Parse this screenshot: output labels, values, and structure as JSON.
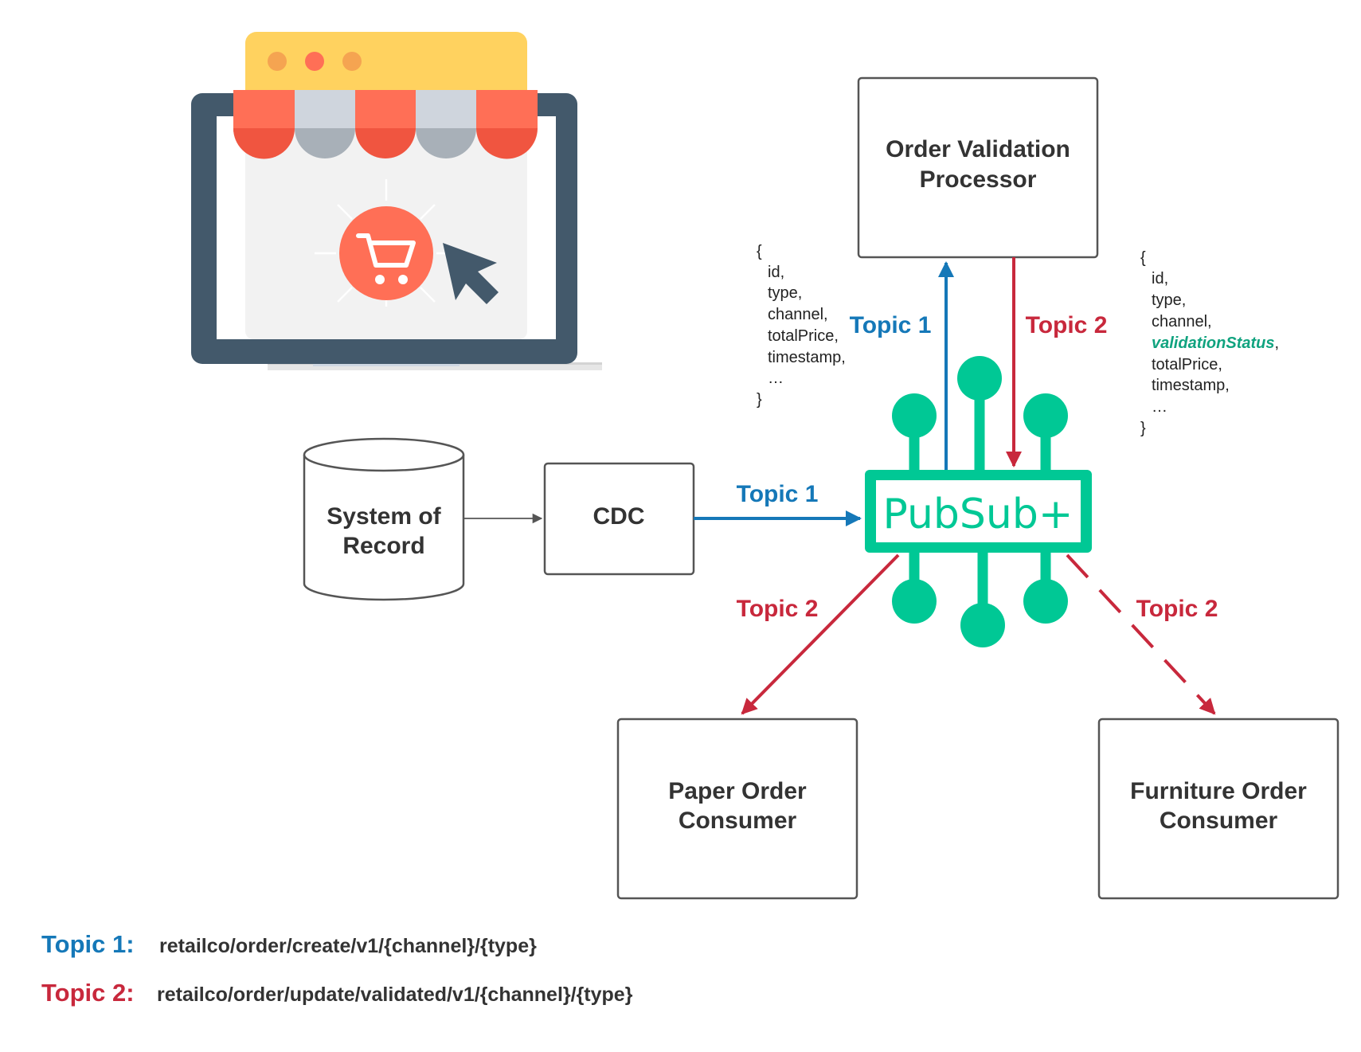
{
  "colors": {
    "topic1": "#1578b8",
    "topic2": "#c8283c",
    "pubsub": "#00c895",
    "highlight": "#10a37f",
    "box_border": "#555555"
  },
  "icons": {
    "storefront": "storefront-computer-icon",
    "cart": "shopping-cart-icon",
    "cursor": "mouse-cursor-icon",
    "broker": "pubsub-broker-logo"
  },
  "nodes": {
    "system_of_record": [
      "System of",
      "Record"
    ],
    "cdc": "CDC",
    "validator": [
      "Order Validation",
      "Processor"
    ],
    "pubsub_logo": "PubSub+",
    "paper_consumer": [
      "Paper Order",
      "Consumer"
    ],
    "furniture_consumer": [
      "Furniture Order",
      "Consumer"
    ]
  },
  "edge_labels": {
    "cdc_to_broker": "Topic 1",
    "broker_to_validator": "Topic 1",
    "validator_to_broker": "Topic 2",
    "broker_to_paper": "Topic 2",
    "broker_to_furniture": "Topic 2"
  },
  "payloads": {
    "topic1_fields": [
      "{",
      "id,",
      "type,",
      "channel,",
      "totalPrice,",
      "timestamp,",
      "…",
      "}"
    ],
    "topic2_fields_before": [
      "{",
      "id,",
      "type,",
      "channel,"
    ],
    "topic2_highlight": "validationStatus",
    "topic2_highlight_suffix": ",",
    "topic2_fields_after": [
      "totalPrice,",
      "timestamp,",
      "…",
      "}"
    ]
  },
  "legend": [
    {
      "key": "Topic 1:",
      "value": "retailco/order/create/v1/{channel}/{type}"
    },
    {
      "key": "Topic 2:",
      "value": "retailco/order/update/validated/v1/{channel}/{type}"
    }
  ]
}
